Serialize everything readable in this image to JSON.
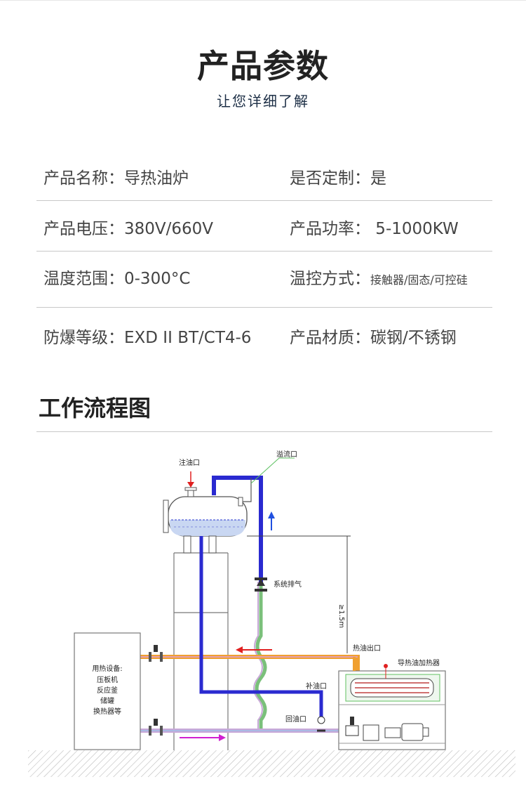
{
  "header": {
    "title": "产品参数",
    "subtitle": "让您详细了解"
  },
  "specs": [
    {
      "label": "产品名称：",
      "value": "导热油炉"
    },
    {
      "label": "是否定制：",
      "value": "是"
    },
    {
      "label": "产品电压：",
      "value": "380V/660V"
    },
    {
      "label": "产品功率：",
      "value": " 5-1000KW"
    },
    {
      "label": "温度范围：",
      "value": "0-300°C"
    },
    {
      "label": "温控方式：",
      "value": "接触器/固态/可控硅"
    },
    {
      "label": "防爆等级：",
      "value": "EXD II BT/CT4-6"
    },
    {
      "label": "产品材质：",
      "value": "碳钢/不锈钢"
    }
  ],
  "section": {
    "title": "工作流程图"
  },
  "diagram": {
    "labels": {
      "oil_inlet": "注油口",
      "overflow": "溢流口",
      "system_vent": "系统排气",
      "height": "≥1.5m",
      "hot_oil_outlet": "热油出口",
      "heater": "导热油加热器",
      "makeup_oil": "补油口",
      "return_oil": "回油口"
    },
    "equipment": {
      "heading": "用热设备:",
      "items": [
        "压板机",
        "反应釜",
        "储罐",
        "换热器等"
      ]
    },
    "colors": {
      "hot_pipe": "#f0a030",
      "cold_pipe": "#2a2ad0",
      "vent_pipe": "#7ac07a",
      "return_pipe": "#b07ab0",
      "arrow_red": "#e02020",
      "arrow_blue": "#2050e0",
      "arrow_magenta": "#d020d0"
    }
  }
}
